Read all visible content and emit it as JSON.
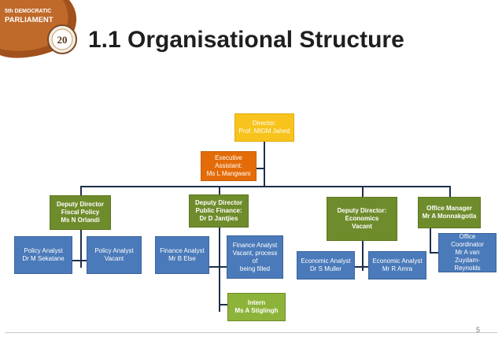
{
  "logo": {
    "line1": "5th DEMOCRATIC",
    "line2": "PARLIAMENT",
    "badge": "20"
  },
  "title": "1.1 Organisational Structure",
  "page_number": "5",
  "nodes": {
    "director": {
      "title": "Director:",
      "name": "Prof. MIGM Jahed"
    },
    "exec_assistant": {
      "title": "Executive Assistant:",
      "name": "Ms L Mangwani"
    },
    "dd_fiscal": {
      "title1": "Deputy Director",
      "title2": "Fiscal Policy",
      "name": "Ms N Orlandi"
    },
    "dd_public_finance": {
      "title1": "Deputy Director",
      "title2": "Public Finance:",
      "name": "Dr D Jantjies"
    },
    "dd_economics": {
      "title1": "Deputy Director:",
      "title2": "Economics",
      "name": "Vacant"
    },
    "office_manager": {
      "title": "Office Manager",
      "name": "Mr A Monnakgotla"
    },
    "policy_analyst_1": {
      "title": "Policy Analyst",
      "name": "Dr M Sekatane"
    },
    "policy_analyst_2": {
      "title": "Policy Analyst",
      "name": "Vacant"
    },
    "finance_analyst_1": {
      "title": "Finance Analyst",
      "name": "Mr B Else"
    },
    "finance_analyst_2": {
      "title": "Finance Analyst",
      "line2": "Vacant, process of",
      "line3": "being filled"
    },
    "intern": {
      "title": "Intern",
      "name": "Ms A Stiglingh"
    },
    "economic_analyst_1": {
      "title": "Economic Analyst",
      "name": "Dr S Muller"
    },
    "economic_analyst_2": {
      "title": "Economic Analyst",
      "name": "Mr R Amra"
    },
    "office_coordinator": {
      "title": "Office Coordinator",
      "line2": "Mr A van Zuydam-",
      "line3": "Reynolds"
    }
  },
  "colors": {
    "director": "#f7c31c",
    "assistant": "#e36c09",
    "deputy": "#6f8c2c",
    "intern": "#8db33a",
    "staff": "#4a7ab9",
    "connector": "#1f2f4b"
  }
}
